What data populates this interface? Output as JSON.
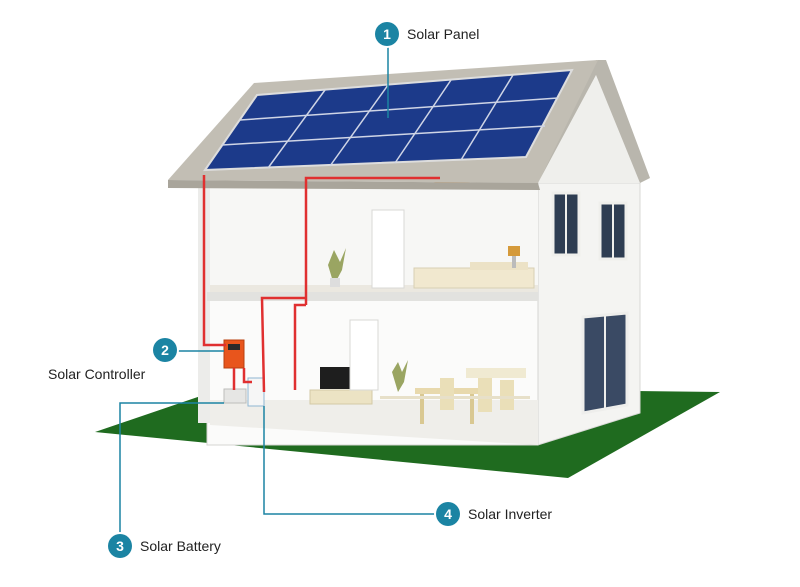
{
  "colors": {
    "accent": "#1b84a3",
    "wire": "#e03030",
    "grass": "#1f6b1f",
    "panel": "#1c3a8a"
  },
  "callouts": [
    {
      "number": "1",
      "label": "Solar Panel",
      "icon": "solar-panel-icon"
    },
    {
      "number": "2",
      "label": "Solar Controller",
      "icon": "solar-controller-icon"
    },
    {
      "number": "3",
      "label": "Solar Battery",
      "icon": "solar-battery-icon"
    },
    {
      "number": "4",
      "label": "Solar Inverter",
      "icon": "solar-inverter-icon"
    }
  ]
}
